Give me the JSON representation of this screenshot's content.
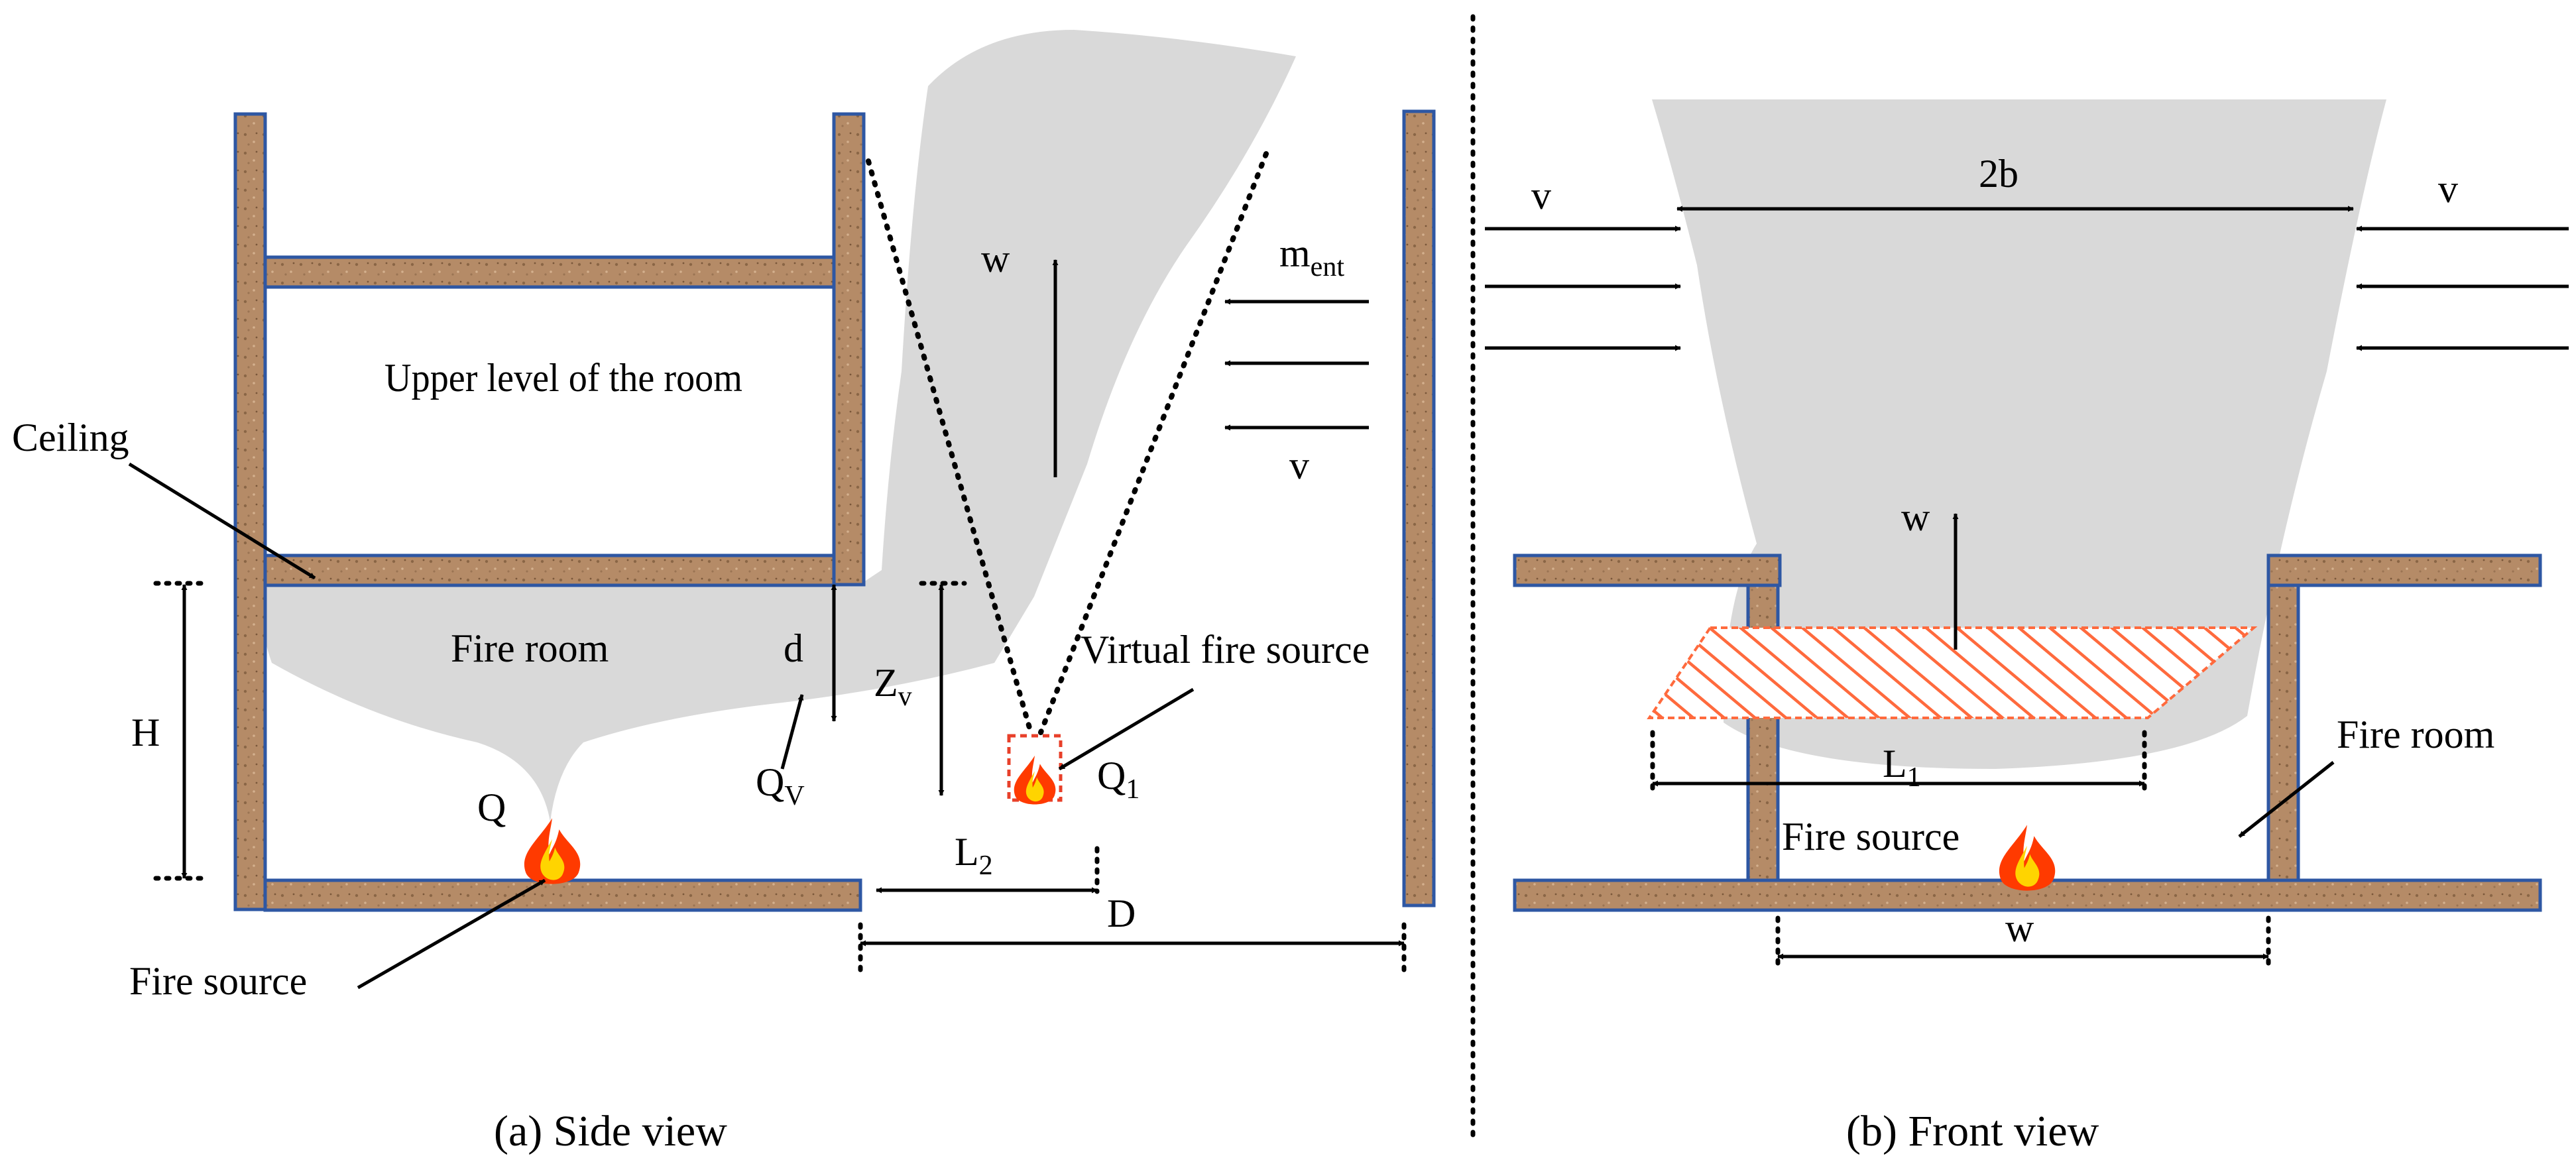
{
  "colors": {
    "wall_fill": "#b58b67",
    "wall_stroke": "#2e57a3",
    "smoke": "#d9d9d9",
    "flame_outer": "#ff3a00",
    "flame_inner": "#ffd400",
    "hatch": "#ff6a3d",
    "virtual_box": "#e8402a"
  },
  "side_view": {
    "caption": "(a) Side view",
    "upper_level": "Upper level of the room",
    "ceiling": "Ceiling",
    "fire_room": "Fire room",
    "fire_source": "Fire source",
    "virtual_fire_source": "Virtual fire source",
    "H": "H",
    "d": "d",
    "Q": "Q",
    "Qv_main": "Q",
    "Qv_sub": "V",
    "Zv_main": "Z",
    "Zv_sub": "v",
    "Q1_main": "Q",
    "Q1_sub": "1",
    "L2_main": "L",
    "L2_sub": "2",
    "D": "D",
    "w": "w",
    "v": "v",
    "ment_main": "m",
    "ment_sub": "ent"
  },
  "front_view": {
    "caption": "(b) Front view",
    "two_b": "2b",
    "v_left": "v",
    "v_right": "v",
    "w_up": "w",
    "L1_main": "L",
    "L1_sub": "1",
    "fire_source": "Fire source",
    "fire_room": "Fire room",
    "w_width": "w"
  }
}
